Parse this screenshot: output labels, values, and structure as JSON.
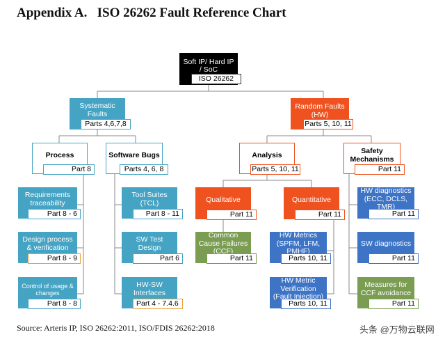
{
  "title": "Appendix A.   ISO 26262 Fault Reference Chart",
  "source": "Source: Arteris IP, ISO 26262:2011, ISO/FDIS 26262:2018",
  "watermark": "头条 @万物云联网",
  "colors": {
    "systematic_teal": "#45a3c4",
    "random_orange": "#f0521f",
    "metrics_blue": "#3e74c5",
    "ccf_green": "#7a9d52",
    "root_black": "#000000"
  },
  "root": {
    "label": "Soft IP/ Hard IP / SoC",
    "tag": "ISO 26262"
  },
  "systematic": {
    "label": "Systematic Faults",
    "tag": "Parts 4,6,7,8",
    "process": {
      "label": "Process",
      "tag": "Part 8",
      "items": [
        {
          "label": "Requirements traceability",
          "tag": "Part 8 - 6"
        },
        {
          "label": "Design process & verification",
          "tag": "Part 8 - 9"
        },
        {
          "label": "Control of usage & changes",
          "tag": "Part 8 - 8"
        }
      ]
    },
    "software_bugs": {
      "label": "Software Bugs",
      "tag": "Parts 4, 6, 8",
      "items": [
        {
          "label": "Tool Suites (TCL)",
          "tag": "Part 8 - 11"
        },
        {
          "label": "SW Test Design",
          "tag": "Part 6"
        },
        {
          "label": "HW-SW Interfaces",
          "tag": "Part 4 - 7.4.6"
        }
      ]
    }
  },
  "random": {
    "label": "Random Faults (HW)",
    "tag": "Parts 5, 10, 11",
    "analysis": {
      "label": "Analysis",
      "tag": "Parts 5, 10, 11",
      "qualitative": {
        "label": "Qualitative",
        "tag": "Part 11",
        "items": [
          {
            "label": "Common Cause Failures (CCF)",
            "tag": "Part 11"
          }
        ]
      },
      "quantitative": {
        "label": "Quantitative",
        "tag": "Part 11",
        "items": [
          {
            "label": "HW Metrics (SPFM, LFM, PMHF)",
            "tag": "Parts 10, 11"
          },
          {
            "label": "HW Metric Verification (Fault Injection)",
            "tag": "Parts 10, 11"
          }
        ]
      }
    },
    "safety": {
      "label": "Safety Mechanisms",
      "tag": "Part 11",
      "items": [
        {
          "label": "HW diagnostics (ECC, DCLS, TMR)",
          "tag": "Part 11"
        },
        {
          "label": "SW diagnostics",
          "tag": "Part 11"
        },
        {
          "label": "Measures for CCF avoidance",
          "tag": "Part 11"
        }
      ]
    }
  }
}
